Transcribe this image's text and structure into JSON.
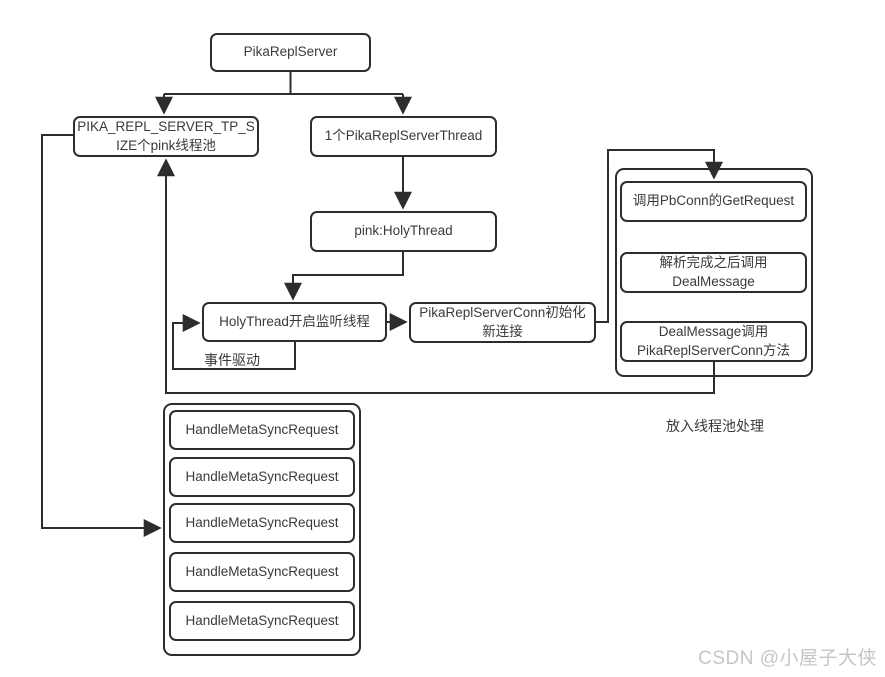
{
  "diagram": {
    "nodes": {
      "server": {
        "label": "PikaReplServer"
      },
      "thread_pool": {
        "label": "PIKA_REPL_SERVER_TP_S\nIZE个pink线程池"
      },
      "server_thread": {
        "label": "1个PikaReplServerThread"
      },
      "holy_thread": {
        "label": "pink:HolyThread"
      },
      "listen": {
        "label": "HolyThread开启监听线程"
      },
      "conn_init": {
        "label": "PikaReplServerConn初始化\n新连接"
      },
      "get_request": {
        "label": "调用PbConn的GetRequest"
      },
      "deal_message": {
        "label": "解析完成之后调用\nDealMessage"
      },
      "conn_method": {
        "label": "DealMessage调用\nPikaReplServerConn方法"
      }
    },
    "handle_pool": {
      "items": [
        {
          "label": "HandleMetaSyncRequest"
        },
        {
          "label": "HandleMetaSyncRequest"
        },
        {
          "label": "HandleMetaSyncRequest"
        },
        {
          "label": "HandleMetaSyncRequest"
        },
        {
          "label": "HandleMetaSyncRequest"
        }
      ]
    },
    "annotations": {
      "event_driven": "事件驱动",
      "pool_note": "放入线程池处理"
    }
  },
  "watermark": {
    "text": "CSDN @小屋子大侠",
    "color": "#c6c6c6"
  },
  "colors": {
    "line": "#2d2d2d",
    "node_border": "#2d2d2d",
    "text": "#3a3a3a",
    "background": "#ffffff"
  }
}
